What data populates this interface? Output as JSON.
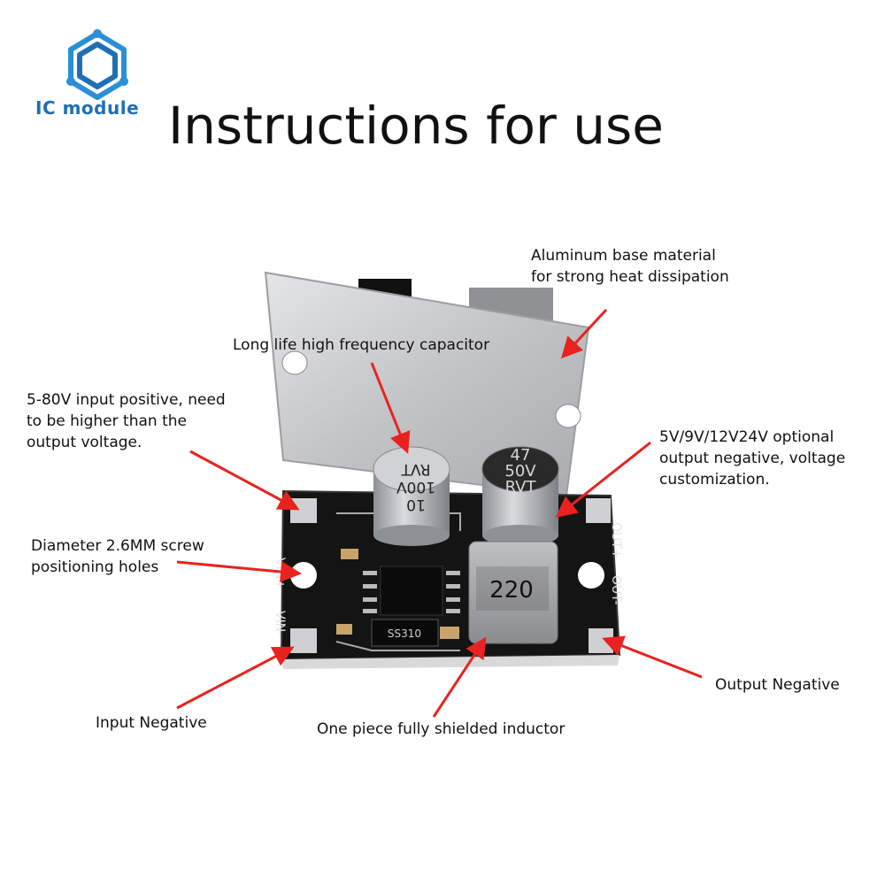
{
  "logo": {
    "text": "IC module",
    "color": "#1f6fb5"
  },
  "title": "Instructions for use",
  "pcb_labels": {
    "vin_plus": "VIN+",
    "vin_minus": "VIN-",
    "out_plus": "OUT+",
    "out_minus": "OUT-"
  },
  "components": {
    "cap_left": {
      "value": "10",
      "voltage": "100V",
      "brand": "RVT"
    },
    "cap_right": {
      "value": "47",
      "voltage": "50V",
      "brand": "RVT"
    },
    "inductor": "220",
    "diode": "SS310"
  },
  "callouts": {
    "aluminum_base": [
      "Aluminum base material",
      "for strong heat dissipation"
    ],
    "capacitor": [
      "Long life high frequency capacitor"
    ],
    "input_positive": [
      "5-80V input positive, need",
      "to be higher than the",
      "output voltage."
    ],
    "output_positive": [
      "5V/9V/12V24V optional",
      "output negative, voltage",
      "customization."
    ],
    "screw_holes": [
      "Diameter 2.6MM screw",
      "positioning holes"
    ],
    "input_negative": [
      "Input Negative"
    ],
    "inductor": [
      "One piece fully shielded inductor"
    ],
    "output_negative": [
      "Output Negative"
    ]
  },
  "colors": {
    "arrow": "#e8231f",
    "pcb": "#141414",
    "aluminum": "#c9cacc"
  }
}
